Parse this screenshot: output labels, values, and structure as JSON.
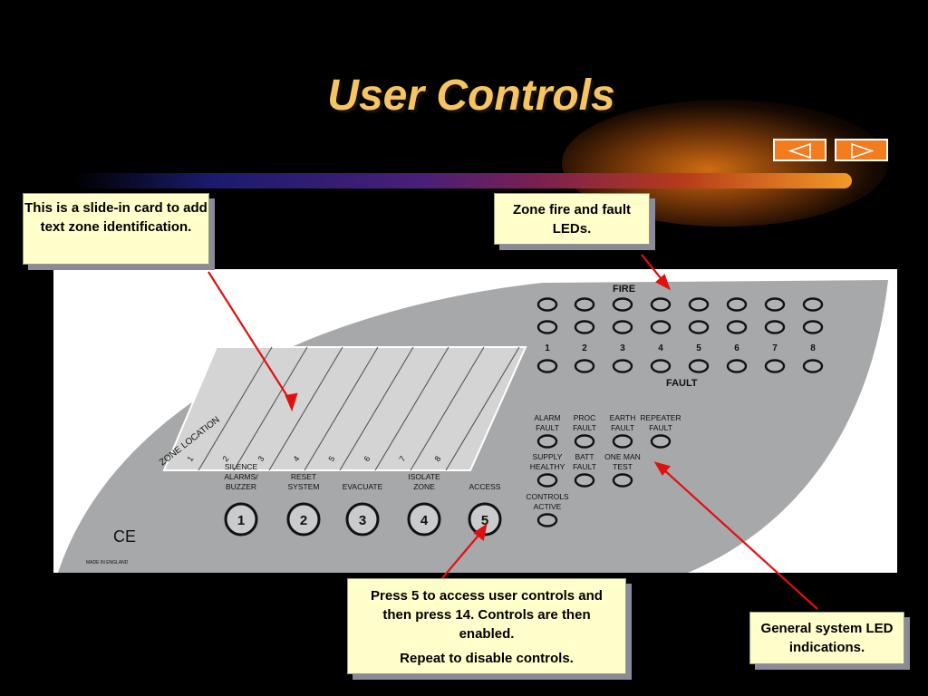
{
  "slide": {
    "title": "User Controls"
  },
  "nav": {
    "prev_icon": "triangle-left-icon",
    "next_icon": "triangle-right-icon",
    "color": "#f37c1f"
  },
  "callouts": {
    "card": "This is a slide-in card to add text zone identification.",
    "leds": "Zone fire and fault LEDs.",
    "access_line1": "Press 5 to access user controls and then press 14. Controls are then enabled.",
    "access_line2": "Repeat to disable controls.",
    "general": "General system LED indications."
  },
  "panel": {
    "fire_label": "FIRE",
    "fault_label": "FAULT",
    "zone_location": "ZONE LOCATION",
    "zone_numbers": [
      "1",
      "2",
      "3",
      "4",
      "5",
      "6",
      "7",
      "8"
    ],
    "card_numbers": [
      "1",
      "2",
      "3",
      "4",
      "5",
      "6",
      "7",
      "8"
    ],
    "status_leds": [
      [
        "ALARM",
        "FAULT"
      ],
      [
        "PROC",
        "FAULT"
      ],
      [
        "EARTH",
        "FAULT"
      ],
      [
        "REPEATER",
        "FAULT"
      ],
      [
        "SUPPLY",
        "HEALTHY"
      ],
      [
        "BATT",
        "FAULT"
      ],
      [
        "ONE MAN",
        "TEST"
      ],
      [
        "CONTROLS",
        "ACTIVE"
      ]
    ],
    "buttons": [
      {
        "label": [
          "SILENCE",
          "ALARMS/",
          "BUZZER"
        ],
        "number": "1"
      },
      {
        "label": [
          "RESET",
          "SYSTEM"
        ],
        "number": "2"
      },
      {
        "label": [
          "EVACUATE"
        ],
        "number": "3"
      },
      {
        "label": [
          "ISOLATE",
          "ZONE"
        ],
        "number": "4"
      },
      {
        "label": [
          "ACCESS"
        ],
        "number": "5"
      }
    ],
    "ce_mark": "CE",
    "made_in": "MADE IN ENGLAND",
    "colors": {
      "face": "#a6a8aa",
      "card": "#d4d4d4",
      "led": "#b0b3b6",
      "arrow": "#e01010"
    }
  }
}
